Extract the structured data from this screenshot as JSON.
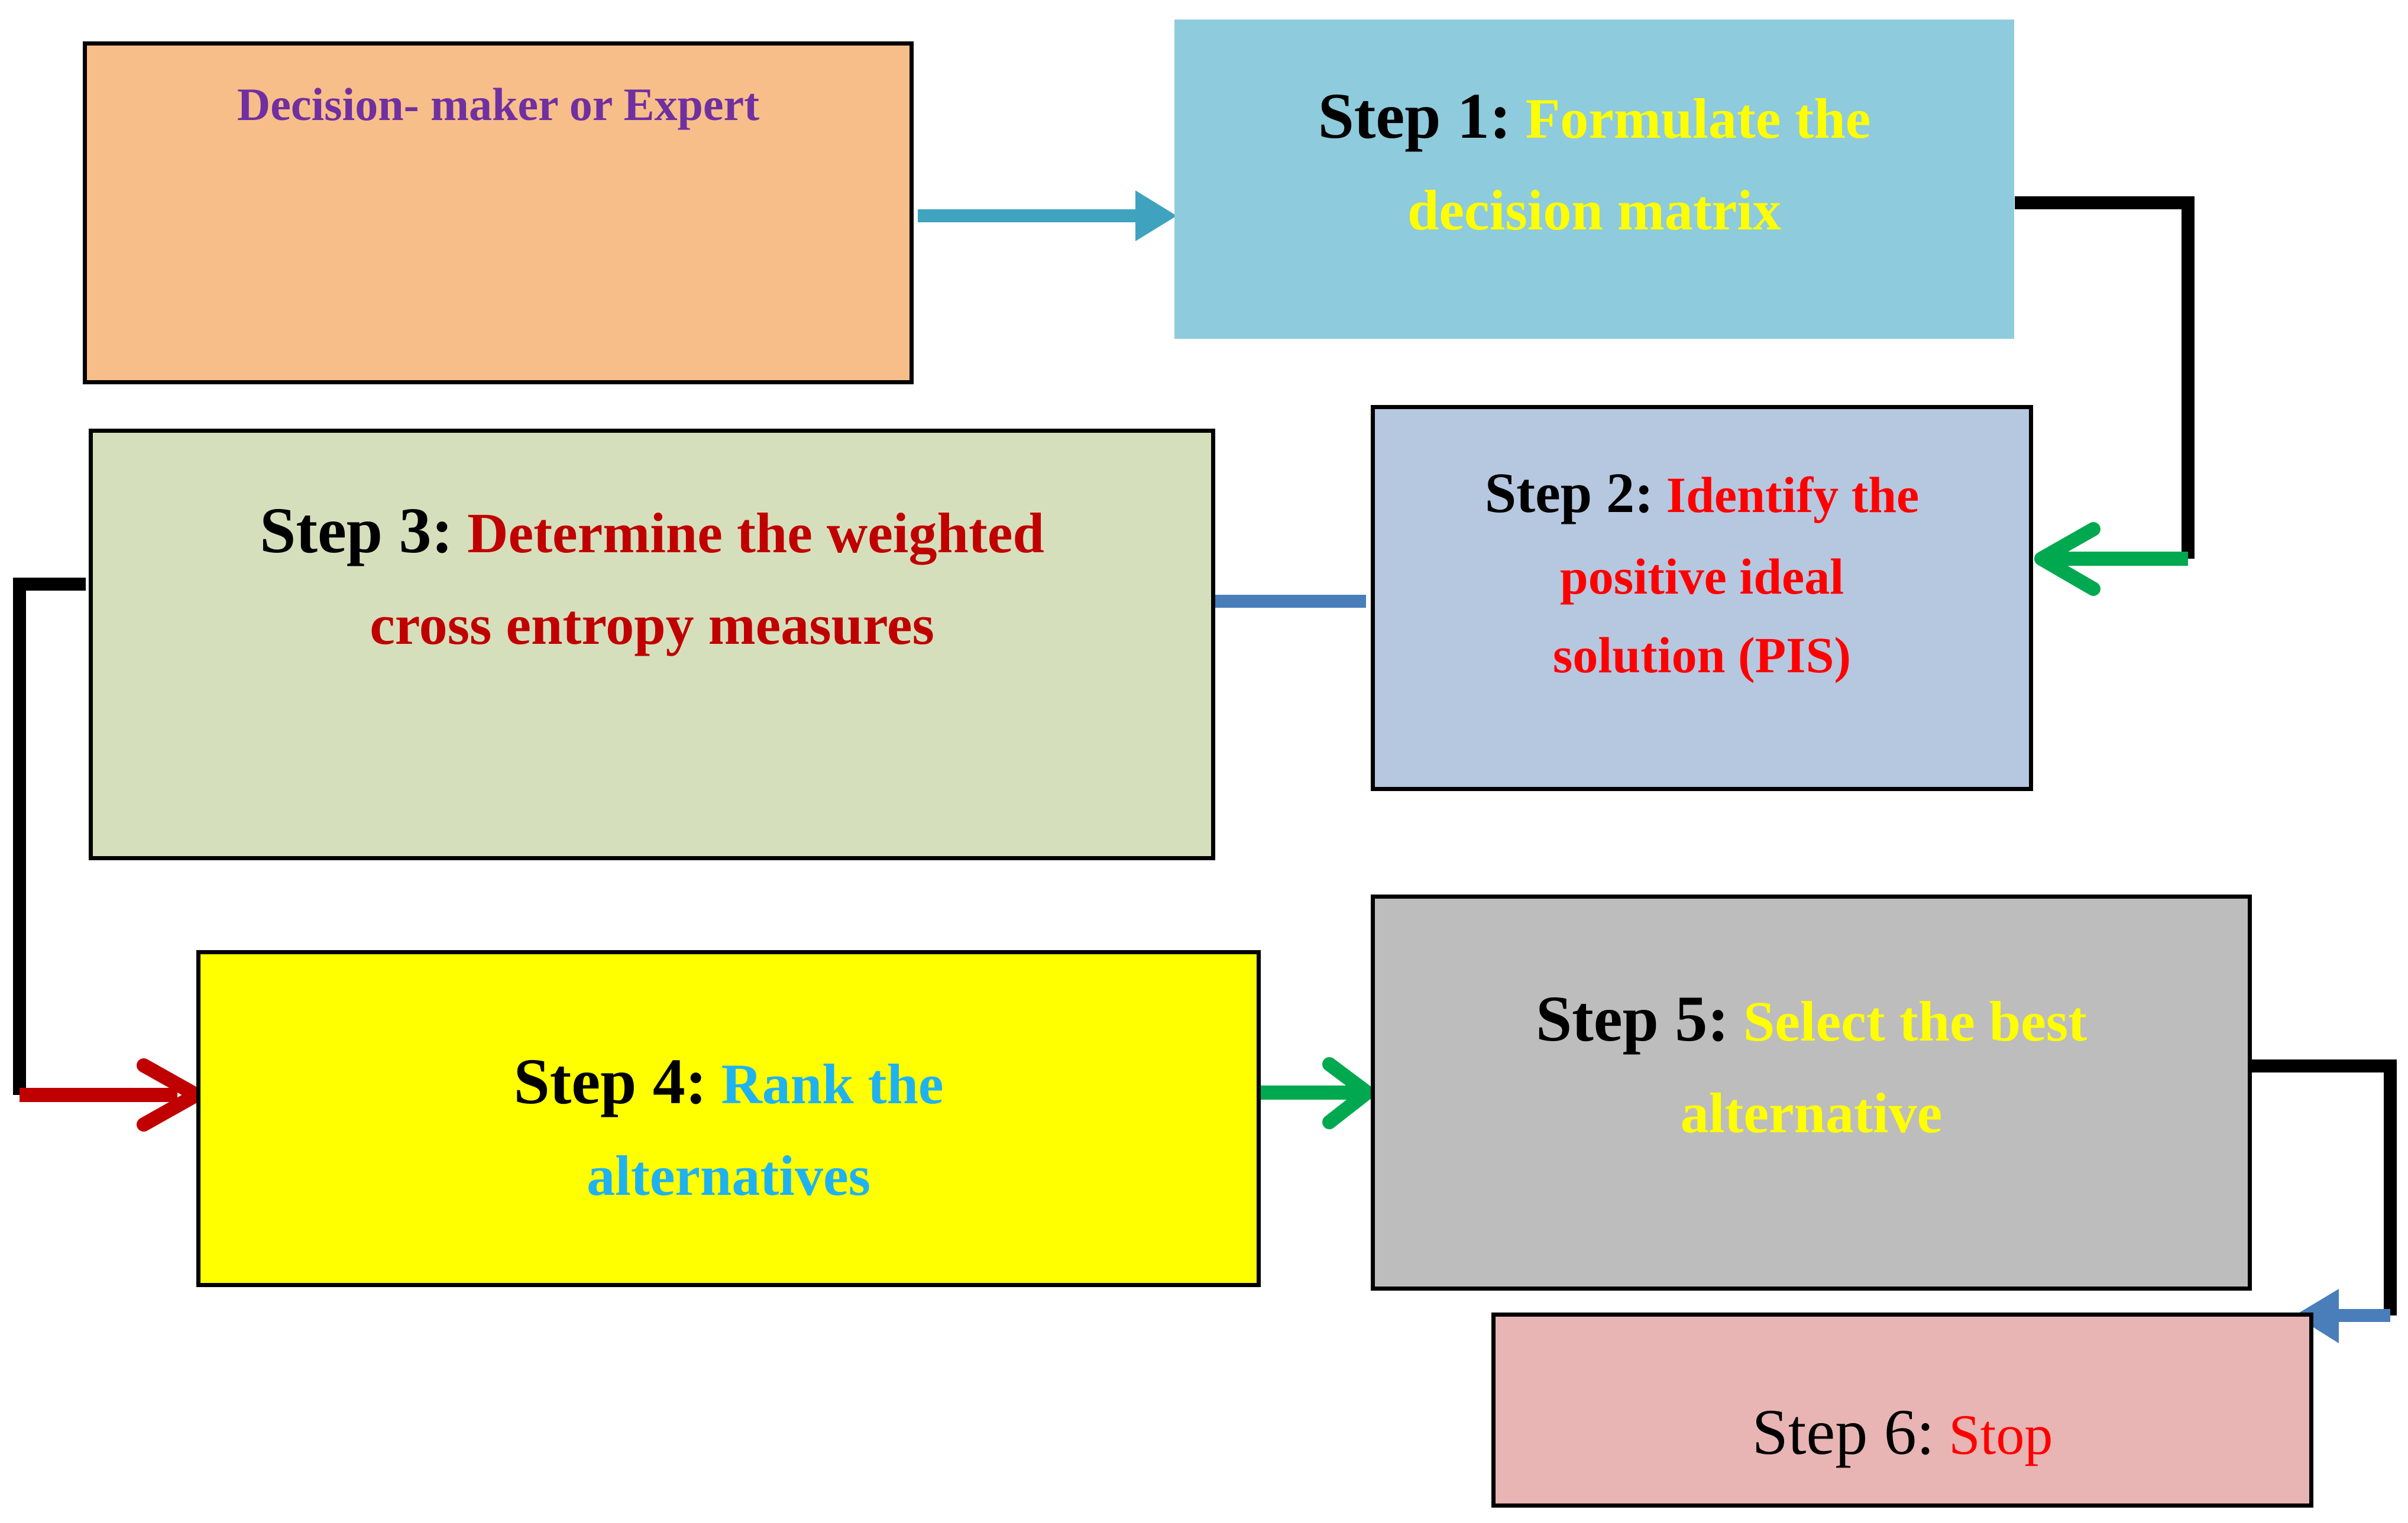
{
  "diagram": {
    "title": "Decision making algorithm flowchart",
    "background": "#FFFFFF",
    "nodes": [
      {
        "id": "decision-maker",
        "step_label": "",
        "body_label": "Decision- maker or Expert",
        "fill": "#F7BE8A",
        "border": "#000000",
        "text_color": "#7030A0"
      },
      {
        "id": "step-1",
        "step_label": "Step 1:",
        "body_label": "Formulate the decision matrix",
        "fill": "#8ECBDC",
        "border": "none",
        "text_color": "#FFFF00"
      },
      {
        "id": "step-2",
        "step_label": "Step 2:",
        "body_label": "Identify the positive ideal solution (PIS)",
        "fill": "#B6C7E0",
        "border": "#000000",
        "text_color": "#FF0000"
      },
      {
        "id": "step-3",
        "step_label": "Step 3:",
        "body_label": "Determine the weighted cross entropy measures",
        "fill": "#D6DFBC",
        "border": "#000000",
        "text_color": "#C00000"
      },
      {
        "id": "step-4",
        "step_label": "Step 4:",
        "body_label": "Rank the alternatives",
        "fill": "#FFFF00",
        "border": "#000000",
        "text_color": "#20B2F0"
      },
      {
        "id": "step-5",
        "step_label": "Step 5:",
        "body_label": "Select the best alternative",
        "fill": "#BDBDBD",
        "border": "#000000",
        "text_color": "#FFFF00"
      },
      {
        "id": "step-6",
        "step_label": "Step 6:",
        "body_label": "Stop",
        "fill": "#E8B4B4",
        "border": "#000000",
        "text_color": "#FF0000"
      }
    ],
    "node_lines": {
      "decision-maker": [
        "Decision- maker or Expert"
      ],
      "step-1": [
        "Formulate the",
        "decision matrix"
      ],
      "step-2": [
        "Identify the",
        "positive ideal",
        "solution (PIS)"
      ],
      "step-3": [
        "Determine the weighted",
        "cross entropy measures"
      ],
      "step-4": [
        "Rank the",
        "alternatives"
      ],
      "step-5": [
        "Select the best",
        "alternative"
      ],
      "step-6": [
        "Stop"
      ]
    },
    "connectors": [
      {
        "id": "conn-dm-to-step1",
        "from": "decision-maker",
        "to": "step-1",
        "color": "#3FA3BF",
        "style": "straight-arrow",
        "direction": "right"
      },
      {
        "id": "conn-step1-to-step2",
        "from": "step-1",
        "to": "step-2",
        "color": "#000000",
        "arrow_color": "#00A94F",
        "style": "elbow-arrow",
        "direction": "left"
      },
      {
        "id": "conn-step2-to-step3",
        "from": "step-2",
        "to": "step-3",
        "color": "#4A7EBB",
        "style": "straight-arrow",
        "direction": "left"
      },
      {
        "id": "conn-step3-to-step4",
        "from": "step-3",
        "to": "step-4",
        "color": "#000000",
        "arrow_color": "#C00000",
        "style": "elbow-arrow",
        "direction": "right"
      },
      {
        "id": "conn-step4-to-step5",
        "from": "step-4",
        "to": "step-5",
        "color": "#00A94F",
        "style": "straight-arrow",
        "direction": "right"
      },
      {
        "id": "conn-step5-to-step6",
        "from": "step-5",
        "to": "step-6",
        "color": "#000000",
        "arrow_color": "#4A7EBB",
        "style": "elbow-arrow",
        "direction": "left"
      }
    ]
  }
}
